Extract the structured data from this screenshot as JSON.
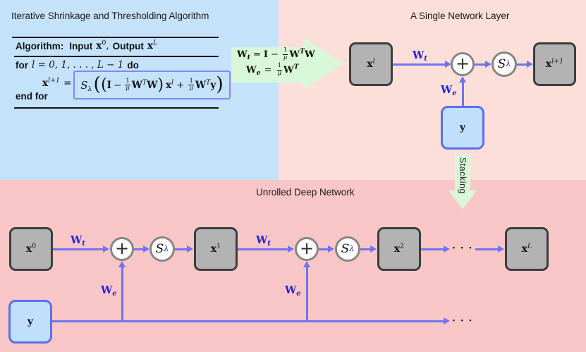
{
  "colors": {
    "region_algorithm_bg": "#c5e2fb",
    "region_single_layer_bg": "#fcdfd8",
    "region_unrolled_bg": "#f9c6c7",
    "transform_arrow_green": "#d9f8d7",
    "edge_blue": "#6f74f2",
    "weight_label_blue": "#2222dd",
    "node_gray_fill": "#b3b3b3",
    "node_gray_border": "#3d3d3d",
    "y_node_fill": "#bfdffb",
    "y_node_border": "#5b6ff0",
    "equation_box_border": "#8587f2"
  },
  "ista": {
    "title": "Iterative Shrinkage and Thresholding Algorithm",
    "kw_algorithm": "Algorithm:",
    "kw_input": "Input",
    "x0_base": "x",
    "x0_sup": "0",
    "comma": ",",
    "kw_output": "Output",
    "xL_base": "x",
    "xL_sup": "L",
    "kw_for": "for",
    "for_expr": "l = 0, 1, . . . , L − 1",
    "kw_do": "do",
    "lhs_base": "x",
    "lhs_sup": "l+1",
    "equals": "=",
    "S_base": "S",
    "S_sub": "λ",
    "paren_outer_open": "(",
    "paren_inner_open": "(",
    "I_term": "I",
    "minus": "−",
    "frac1_num": "1",
    "frac1_den": "μ",
    "W1_base": "W",
    "W1_sup": "T",
    "W1_after": "W",
    "paren_inner_close": ")",
    "xl_base": "x",
    "xl_sup": "l",
    "plus": "+",
    "frac2_num": "1",
    "frac2_den": "μ",
    "W2_base": "W",
    "W2_sup": "T",
    "y_term": "y",
    "paren_outer_close": ")",
    "kw_end": "end for"
  },
  "green_arrow": {
    "l1_lhs": "W",
    "l1_sub": "t",
    "l1_eq": "=",
    "l1_I": "I",
    "l1_minus": "−",
    "l1_num": "1",
    "l1_den": "μ",
    "l1_r1": "W",
    "l1_r1sup": "T",
    "l1_r2": "W",
    "l2_lhs": "W",
    "l2_sub": "e",
    "l2_eq": "=",
    "l2_num": "1",
    "l2_den": "μ",
    "l2_r1": "W",
    "l2_r1sup": "T"
  },
  "single_layer": {
    "title": "A Single Network Layer",
    "x_in_base": "x",
    "x_in_sup": "l",
    "x_out_base": "x",
    "x_out_sup": "l+1",
    "plus": "+",
    "S_base": "S",
    "S_sub": "λ",
    "y_label": "y",
    "Wt_base": "W",
    "Wt_sub": "t",
    "We_base": "W",
    "We_sub": "e"
  },
  "stacking_label": "Stacking",
  "unrolled": {
    "title": "Unrolled Deep Network",
    "x0_base": "x",
    "x0_sup": "0",
    "x1_base": "x",
    "x1_sup": "1",
    "x2_base": "x",
    "x2_sup": "2",
    "xL_base": "x",
    "xL_sup": "L",
    "y_label": "y",
    "plus": "+",
    "S_base": "S",
    "S_sub": "λ",
    "Wt_base": "W",
    "Wt_sub": "t",
    "We_base": "W",
    "We_sub": "e",
    "dots": "· · ·"
  }
}
